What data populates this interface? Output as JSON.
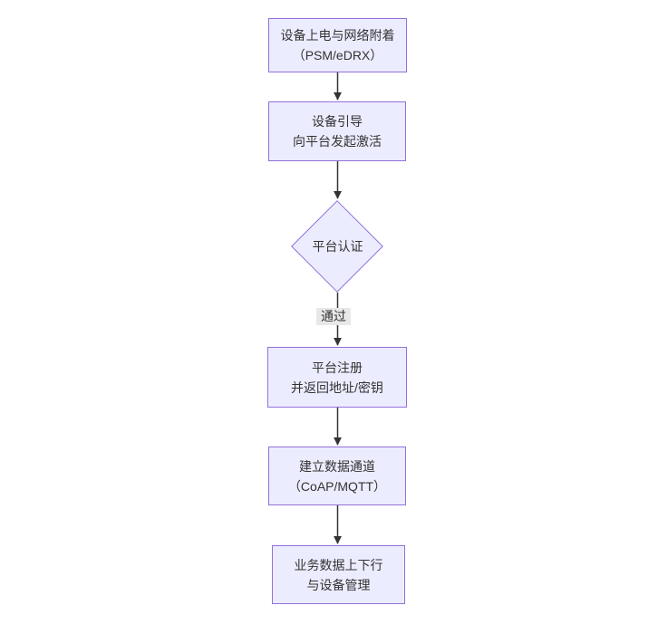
{
  "diagram": {
    "type": "flowchart",
    "direction": "top-down",
    "colors": {
      "background": "#ffffff",
      "node_fill": "#ECECFF",
      "node_border": "#9370DB",
      "text": "#333333",
      "edge": "#333333",
      "edge_label_bg": "#e8e8e8"
    },
    "nodes": [
      {
        "shape": "rect",
        "lines": [
          "设备上电与网络附着",
          "（PSM/eDRX）"
        ]
      },
      {
        "shape": "rect",
        "lines": [
          "设备引导",
          "向平台发起激活"
        ]
      },
      {
        "shape": "diamond",
        "lines": [
          "平台认证"
        ]
      },
      {
        "shape": "rect",
        "lines": [
          "平台注册",
          "并返回地址/密钥"
        ]
      },
      {
        "shape": "rect",
        "lines": [
          "建立数据通道",
          "（CoAP/MQTT）"
        ]
      },
      {
        "shape": "rect",
        "lines": [
          "业务数据上下行",
          "与设备管理"
        ]
      }
    ],
    "edges": [
      {
        "from": 0,
        "to": 1,
        "label": ""
      },
      {
        "from": 1,
        "to": 2,
        "label": ""
      },
      {
        "from": 2,
        "to": 3,
        "label": "通过"
      },
      {
        "from": 3,
        "to": 4,
        "label": ""
      },
      {
        "from": 4,
        "to": 5,
        "label": ""
      }
    ]
  }
}
